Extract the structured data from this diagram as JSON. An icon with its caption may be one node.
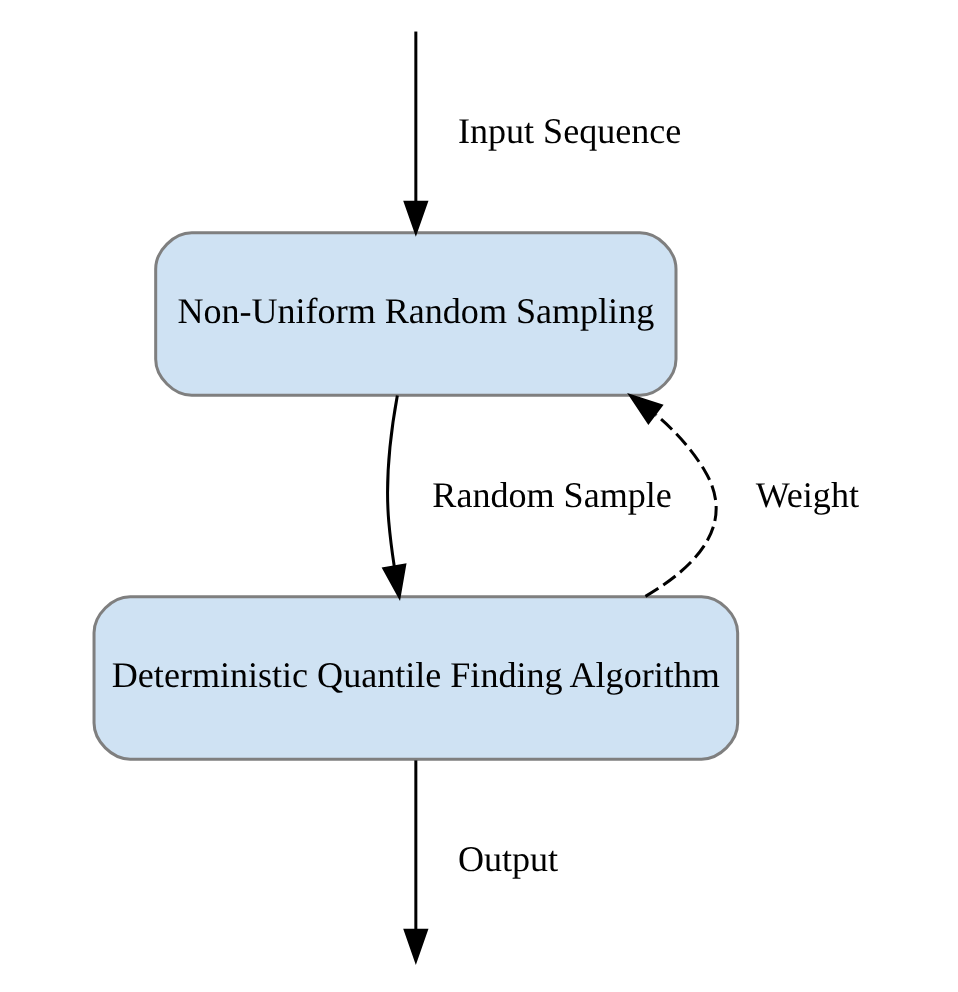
{
  "diagram": {
    "nodes": [
      {
        "text": [
          "Non-Uniform Random Sampling"
        ]
      },
      {
        "text": [
          "Deterministic Quantile Finding Algorithm"
        ]
      }
    ],
    "edges": [
      {
        "from": null,
        "to": 0,
        "arrow": "to",
        "label": "Input Sequence"
      },
      {
        "from": 0,
        "to": 1,
        "arrow": "to",
        "label": "Random Sample"
      },
      {
        "from": 1,
        "to": 0,
        "arrow": "to",
        "label": "Weight",
        "style": "dashed"
      },
      {
        "from": 1,
        "to": null,
        "arrow": "to",
        "label": "Output"
      }
    ]
  }
}
